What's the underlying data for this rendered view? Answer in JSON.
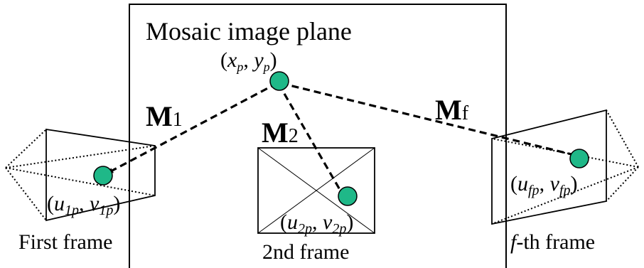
{
  "title": "Mosaic image plane",
  "point_mosaic": {
    "open": "(",
    "x": "x",
    "x_sub": "p",
    "sep": ", ",
    "y": "y",
    "y_sub": "p",
    "close": ")"
  },
  "transform_1": {
    "symbol": "M",
    "sub": "1"
  },
  "transform_2": {
    "symbol": "M",
    "sub": "2"
  },
  "transform_f": {
    "symbol": "M",
    "sub": "f"
  },
  "coord_first": {
    "open": "(",
    "u": "u",
    "u_sub": "1p",
    "sep": ", ",
    "v": "v",
    "v_sub": "1p",
    "close": ")"
  },
  "coord_second": {
    "open": "(",
    "u": "u",
    "u_sub": "2p",
    "sep": ", ",
    "v": "v",
    "v_sub": "2p",
    "close": ")"
  },
  "coord_fth": {
    "open": "(",
    "u": "u",
    "u_sub": "fp",
    "sep": ", ",
    "v": "v",
    "v_sub": "fp",
    "close": ")"
  },
  "frame_first_label": "First frame",
  "frame_second_label": "2nd frame",
  "frame_fth_label": {
    "italic_part": "f",
    "rest": "-th frame"
  },
  "colors": {
    "point_fill": "#1fb888",
    "line": "#000000"
  }
}
